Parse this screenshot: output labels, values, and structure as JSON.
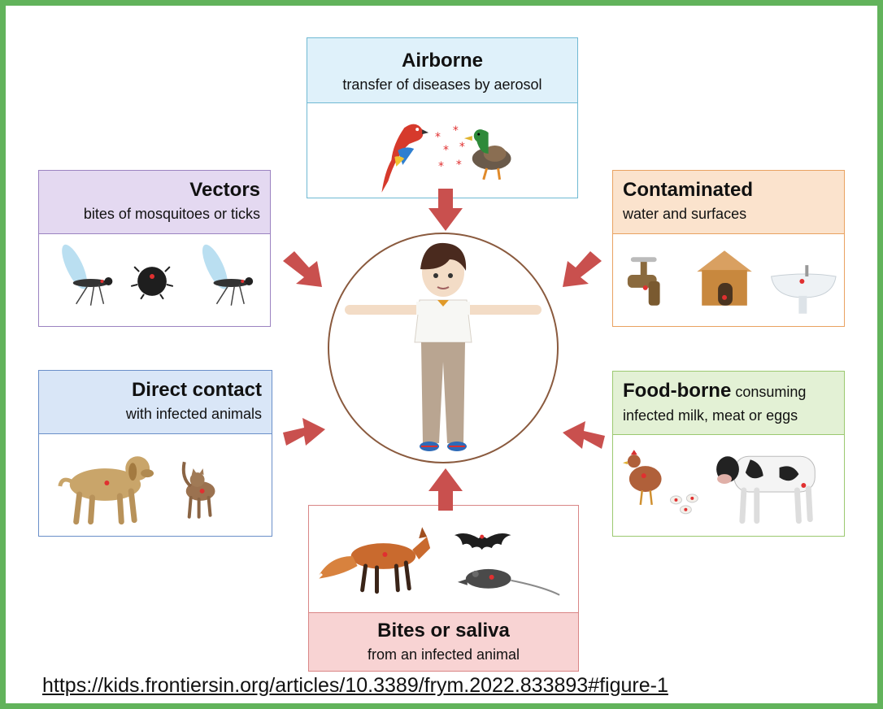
{
  "figure": {
    "center_label": "",
    "boxes": {
      "airborne": {
        "title": "Airborne",
        "subtitle": "transfer of diseases by aerosol",
        "header_color": "#dff1fa",
        "border_color": "#6fb9d3"
      },
      "vectors": {
        "title": "Vectors",
        "subtitle": "bites of mosquitoes or ticks",
        "header_color": "#e4d9f1",
        "border_color": "#9b83c1"
      },
      "contaminated": {
        "title": "Contaminated",
        "subtitle": "water and surfaces",
        "header_color": "#fbe3cd",
        "border_color": "#e9a261"
      },
      "direct_contact": {
        "title": "Direct contact",
        "subtitle": "with infected animals",
        "header_color": "#d9e6f7",
        "border_color": "#6a8fc9"
      },
      "food_borne": {
        "title": "Food-borne",
        "title_suffix": " consuming",
        "subtitle": "infected milk, meat or eggs",
        "header_color": "#e3f1d5",
        "border_color": "#9bc970"
      },
      "bites": {
        "title": "Bites or saliva",
        "subtitle": "from an infected animal",
        "header_color": "#f8d3d3",
        "border_color": "#d98686"
      }
    },
    "arrow_color": "#c9504e",
    "link": "https://kids.frontiersin.org/articles/10.3389/frym.2022.833893#figure-1"
  }
}
